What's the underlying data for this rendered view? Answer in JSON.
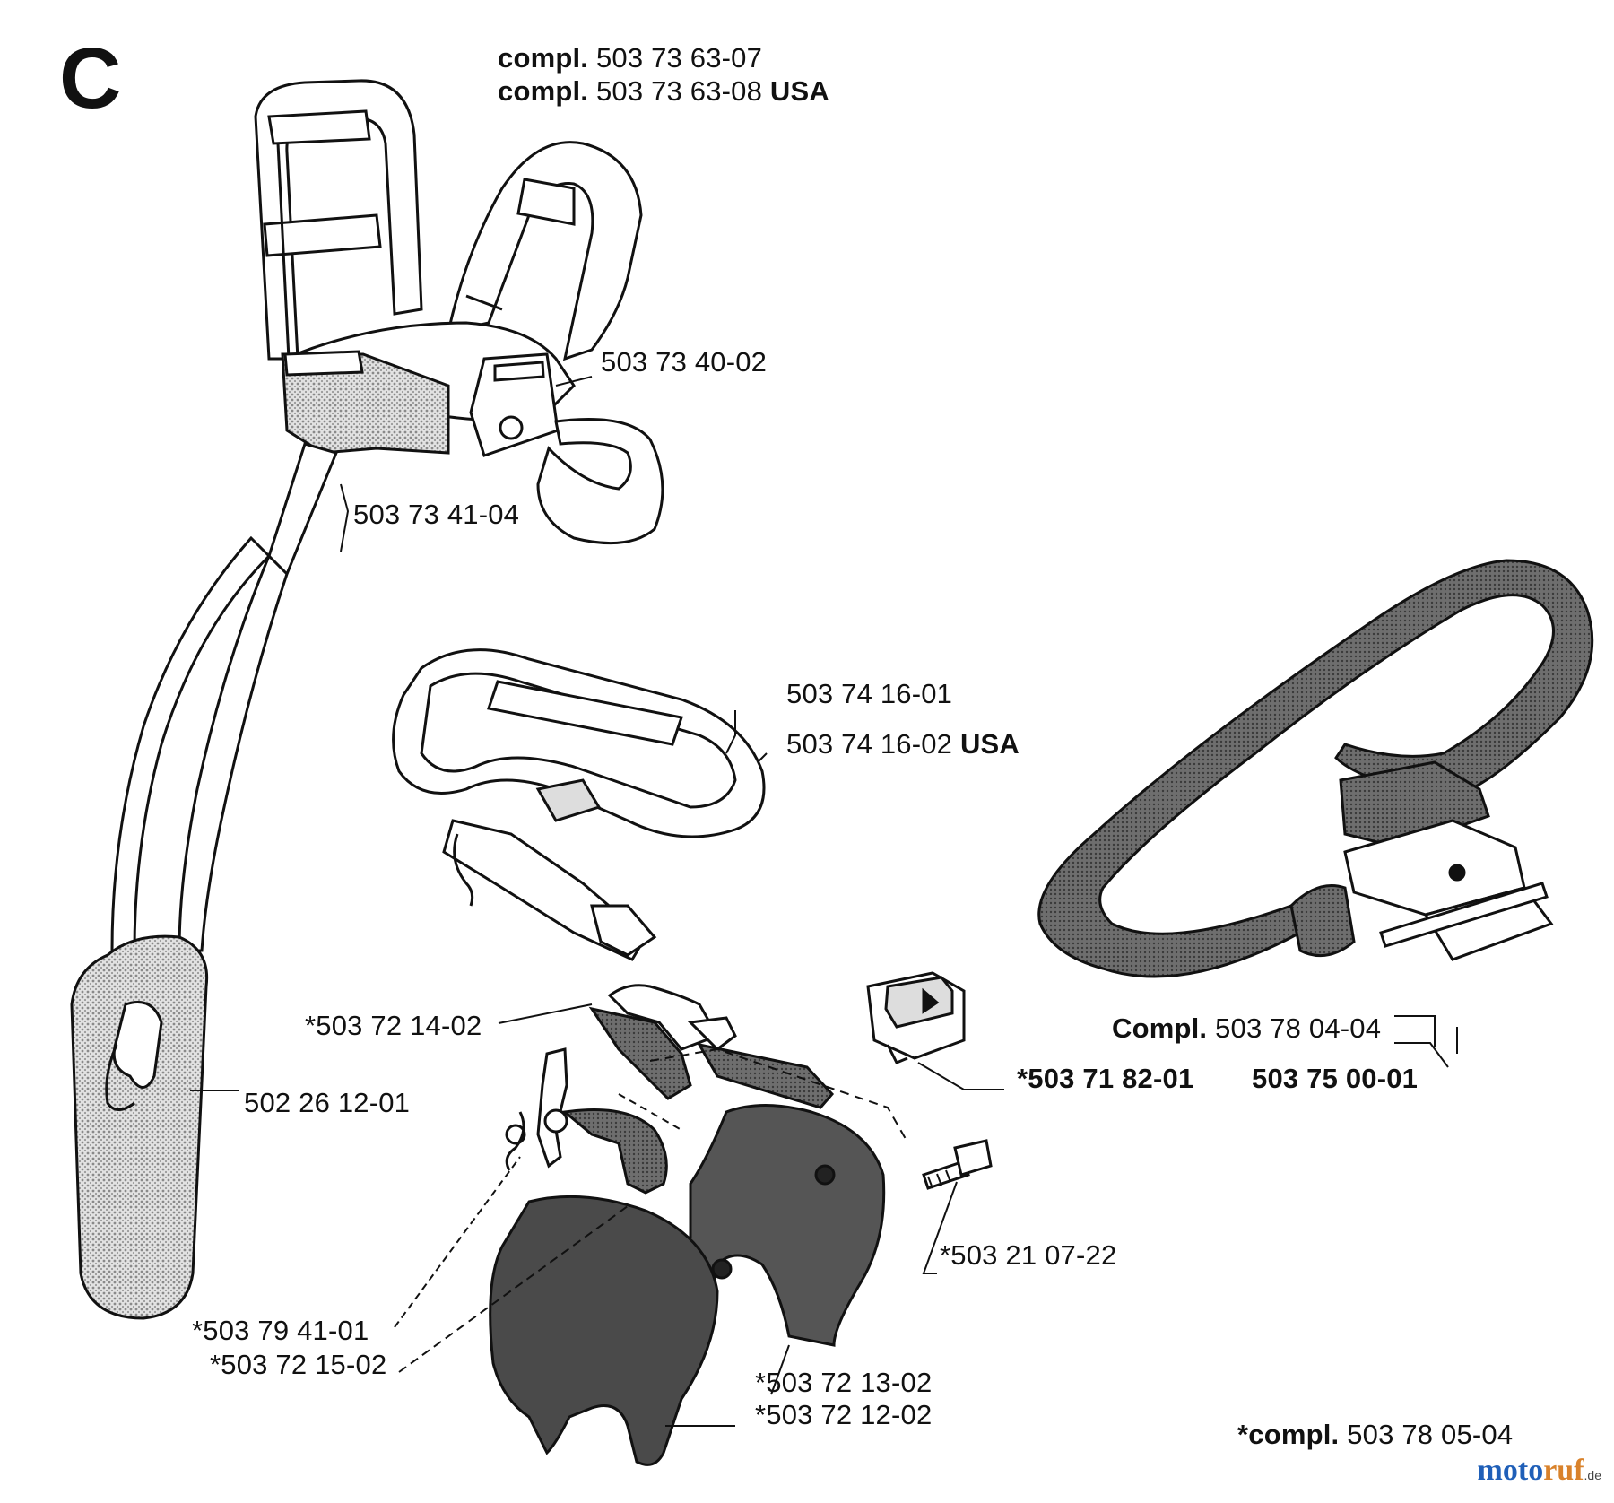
{
  "diagram": {
    "section_letter": "C",
    "labels": {
      "harness_compl_prefix": "compl.",
      "harness_compl_1": "503 73 63-07",
      "harness_compl_2": "503 73 63-08",
      "harness_compl_2_suffix": "USA",
      "shoulder_strap": "503 73 40-02",
      "chest_pad": "503 73 41-04",
      "belt_1": "503 74 16-01",
      "belt_2": "503 74 16-02",
      "belt_2_suffix": "USA",
      "lever": "*503 72 14-02",
      "hip_pad": "502 26 12-01",
      "switch": "*503 71 82-01",
      "handle_compl_prefix": "Compl.",
      "handle_compl": "503 78 04-04",
      "handle_part": "503 75 00-01",
      "screw": "*503 21 07-22",
      "spring": "*503 79 41-01",
      "throttle": "*503 72 15-02",
      "housing_1": "*503 72 13-02",
      "housing_2": "*503 72 12-02",
      "assembly_compl_prefix": "*compl.",
      "assembly_compl": "503 78 05-04"
    }
  },
  "watermark": {
    "part1": "moto",
    "part2": "ruf",
    "part3": ".de"
  },
  "colors": {
    "ink": "#111111",
    "stipple": "#bdbdbd",
    "dark_fill": "#7a7a7a",
    "watermark_blue": "#1f5fb8",
    "watermark_orange": "#d9822b"
  }
}
